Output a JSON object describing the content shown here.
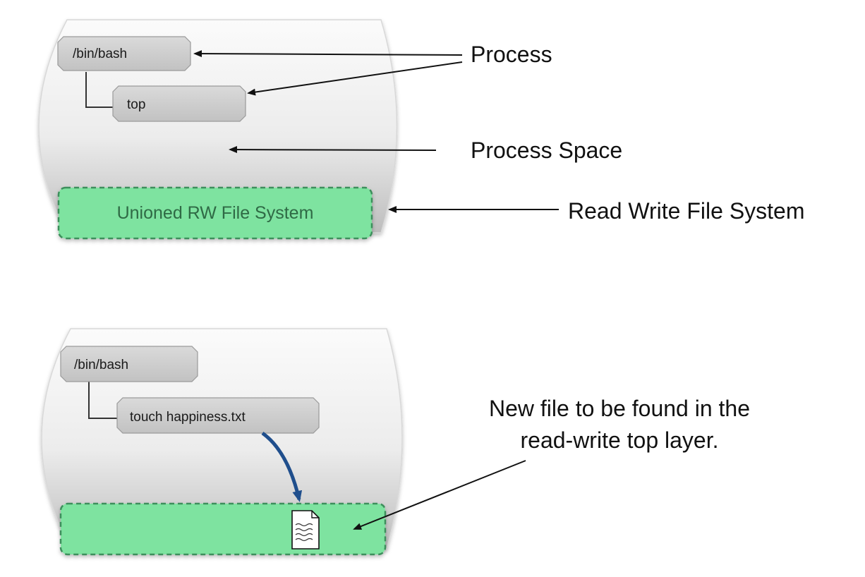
{
  "colors": {
    "container_top": "#f7f7f7",
    "container_bottom": "#c9c9c9",
    "process_box": "#cfcfcf",
    "filesystem_fill": "#7ee3a0",
    "filesystem_border": "#3e8f5c",
    "arrow": "#111111",
    "write_arrow": "#1f4e8c"
  },
  "top_diagram": {
    "process_parent": "/bin/bash",
    "process_child": "top",
    "filesystem_label": "Unioned RW File System",
    "callout_process": "Process",
    "callout_space": "Process Space",
    "callout_filesystem": "Read Write File System"
  },
  "bottom_diagram": {
    "process_parent": "/bin/bash",
    "process_child": "touch happiness.txt",
    "file_icon": "document-icon",
    "callout_line1": "New file to be found in the",
    "callout_line2": "read-write top layer."
  }
}
